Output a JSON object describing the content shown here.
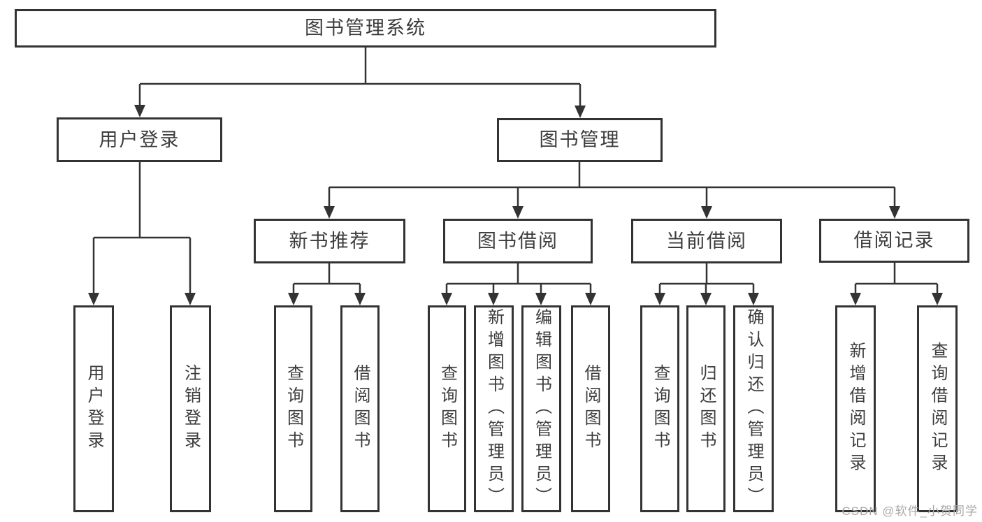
{
  "diagram": {
    "root": {
      "label": "图书管理系统"
    },
    "level2": [
      "用户登录",
      "图书管理"
    ],
    "level3": [
      "新书推荐",
      "图书借阅",
      "当前借阅",
      "借阅记录"
    ],
    "leaves": [
      "用户登录",
      "注销登录",
      "查询图书",
      "借阅图书",
      "查询图书",
      "新增图书（管理员）",
      "编辑图书（管理员）",
      "借阅图书",
      "查询图书",
      "归还图书",
      "确认归还（管理员）",
      "新增借阅记录",
      "查询借阅记录"
    ],
    "colors": {
      "line": "#333333",
      "text": "#3c3c3c",
      "background": "#ffffff",
      "watermark": "#a8a8a8"
    },
    "watermark": "CSDN @软件_小贺同学"
  }
}
